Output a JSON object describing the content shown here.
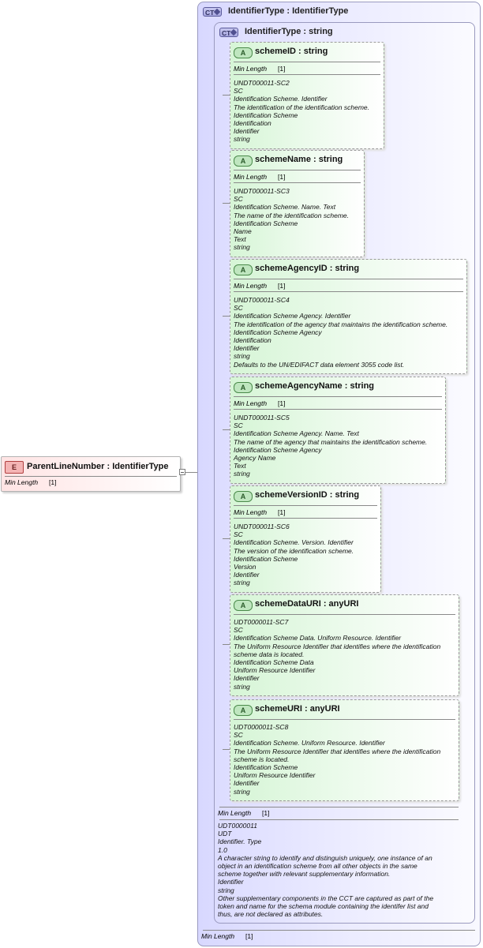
{
  "element": {
    "badge": "E",
    "name": "ParentLineNumber",
    "type": "IdentifierType",
    "facet_label": "Min Length",
    "facet_value": "[1]"
  },
  "outer_type": {
    "badge": "CT",
    "name": "IdentifierType",
    "type": "IdentifierType",
    "facet_label": "Min Length",
    "facet_value": "[1]"
  },
  "inner_type": {
    "badge": "CT",
    "name": "IdentifierType",
    "type": "string",
    "facet_label": "Min Length",
    "facet_value": "[1]",
    "doc": [
      "UDT0000011",
      "UDT",
      "Identifier. Type",
      "1.0",
      "A character string to identify and distinguish uniquely, one instance of an",
      "object in an identification scheme from all other objects in the same",
      "scheme together with relevant supplementary information.",
      "Identifier",
      "string",
      "Other supplementary components in the CCT are captured as part of the",
      "token and name for the schema module containing the identifer list and",
      "thus, are not declared as attributes."
    ]
  },
  "attributes": [
    {
      "badge": "A",
      "name": "schemeID",
      "type": "string",
      "facet_label": "Min Length",
      "facet_value": "[1]",
      "doc": [
        "UNDT000011-SC2",
        "SC",
        "Identification Scheme. Identifier",
        "The identification of the identification scheme.",
        "Identification Scheme",
        "Identification",
        "Identifier",
        "string"
      ]
    },
    {
      "badge": "A",
      "name": "schemeName",
      "type": "string",
      "facet_label": "Min Length",
      "facet_value": "[1]",
      "doc": [
        "UNDT000011-SC3",
        "SC",
        "Identification Scheme. Name. Text",
        "The name of the identification scheme.",
        "Identification Scheme",
        "Name",
        "Text",
        "string"
      ]
    },
    {
      "badge": "A",
      "name": "schemeAgencyID",
      "type": "string",
      "facet_label": "Min Length",
      "facet_value": "[1]",
      "doc": [
        "UNDT000011-SC4",
        "SC",
        "Identification Scheme Agency. Identifier",
        "The identification of the agency that maintains the identification scheme.",
        "Identification Scheme Agency",
        "Identification",
        "Identifier",
        "string",
        "Defaults to the UN/EDIFACT data element 3055 code list."
      ]
    },
    {
      "badge": "A",
      "name": "schemeAgencyName",
      "type": "string",
      "facet_label": "Min Length",
      "facet_value": "[1]",
      "doc": [
        "UNDT000011-SC5",
        "SC",
        "Identification Scheme Agency. Name. Text",
        "The name of the agency that maintains the identification scheme.",
        "Identification Scheme Agency",
        "Agency Name",
        "Text",
        "string"
      ]
    },
    {
      "badge": "A",
      "name": "schemeVersionID",
      "type": "string",
      "facet_label": "Min Length",
      "facet_value": "[1]",
      "doc": [
        "UNDT000011-SC6",
        "SC",
        "Identification Scheme. Version. Identifier",
        "The version of the identification scheme.",
        "Identification Scheme",
        "Version",
        "Identifier",
        "string"
      ]
    },
    {
      "badge": "A",
      "name": "schemeDataURI",
      "type": "anyURI",
      "facet_label": "",
      "facet_value": "",
      "doc": [
        "UDT0000011-SC7",
        "SC",
        "Identification Scheme Data. Uniform Resource. Identifier",
        "The Uniform Resource Identifier that identifies where the identification",
        "scheme data is located.",
        "Identification Scheme Data",
        "Uniform Resource Identifier",
        "Identifier",
        "string"
      ]
    },
    {
      "badge": "A",
      "name": "schemeURI",
      "type": "anyURI",
      "facet_label": "",
      "facet_value": "",
      "doc": [
        "UDT0000011-SC8",
        "SC",
        "Identification Scheme. Uniform Resource. Identifier",
        "The Uniform Resource Identifier that identifies where the identification",
        "scheme is located.",
        "Identification Scheme",
        "Uniform Resource Identifier",
        "Identifier",
        "string"
      ]
    }
  ],
  "colors": {
    "element_fill": "#ffe4e4",
    "attribute_fill": "#d6f5d6",
    "complex_type_fill": "#d8d8ff"
  }
}
